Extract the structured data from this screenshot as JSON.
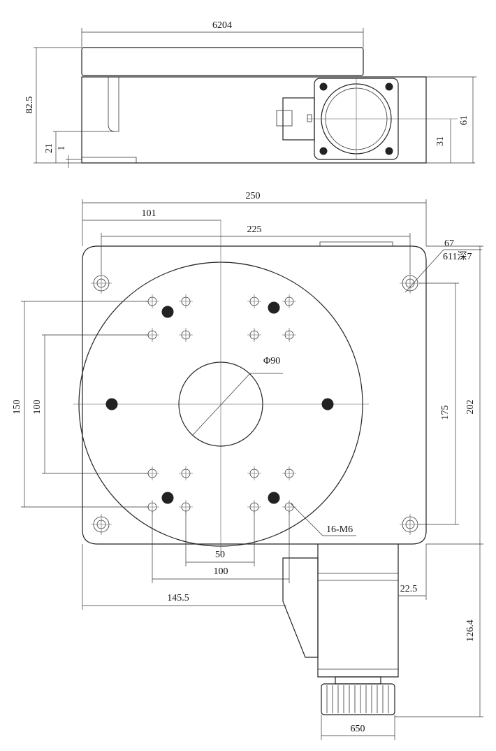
{
  "top_view": {
    "dim_width": "6204",
    "dim_height_total": "82.5",
    "dim_step": "21",
    "dim_small": "1",
    "dim_motor_center": "31",
    "dim_motor_height": "61"
  },
  "front_view": {
    "dim_overall_width": "250",
    "dim_left_offset": "101",
    "dim_hole_spacing": "225",
    "dim_corner_1": "67",
    "dim_corner_2": "611深7",
    "dim_bore": "Φ90",
    "dim_outer_150": "150",
    "dim_inner_100": "100",
    "dim_height_175": "175",
    "dim_height_202": "202",
    "dim_thread": "16-M6",
    "dim_bottom_50": "50",
    "dim_bottom_100": "100",
    "dim_bottom_145": "145.5",
    "dim_motor_offset": "22.5",
    "dim_motor_length": "126.4",
    "dim_knob_width": "650"
  }
}
